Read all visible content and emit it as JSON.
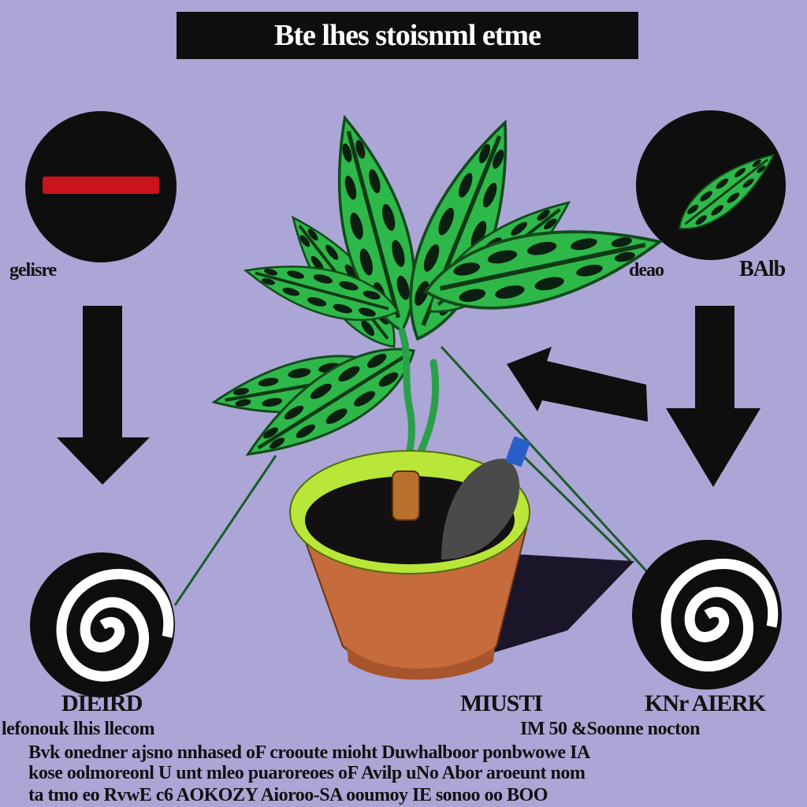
{
  "title": "Bte lhes stoisnml etme",
  "labels": {
    "top_left": "gelisre",
    "top_right_a": "deao",
    "top_right_b": "BAlb",
    "bottom_left": "DIEIRD",
    "bottom_center": "MIUSTI",
    "bottom_right": "KNr AIERK"
  },
  "description": [
    "lefonouk lhis llecom",
    "IM 50 &Soonne nocton",
    "Bvk onedner ajsno nnhased oF crooute mioht Duwhalboor ponbwowe IA",
    "kose oolmoreonl U unt mleo puaroreoes oF Avilp uNo Abor aroeunt nom",
    "ta tmo eo RvwE c6 AOKOZY Aioroo-SA ooumoy IE sonoo oo BOO"
  ],
  "colors": {
    "background": "#aca6d6",
    "title_bar": "#0e0e0e",
    "leaf_green": "#2fb84a",
    "pot_rim": "#b8e639",
    "pot_body": "#c56b3c",
    "minus_bar": "#c8141a"
  },
  "icons": [
    "minus-icon",
    "leaf-icon",
    "down-arrow-icon",
    "left-arrow-icon",
    "spiral-icon"
  ]
}
